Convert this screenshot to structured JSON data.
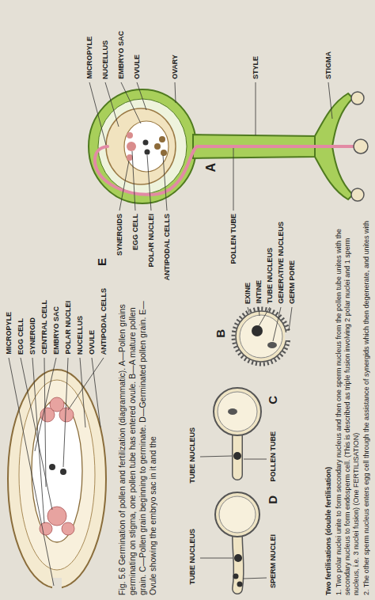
{
  "diagram": {
    "caption": "Fig. 5.6 Germination of pollen and fertilization (diagrammatic). A—Pollen grains germinating on stigma, one pollen tube has entered ovule. B—A mature pollen grain. C—Pollen grain beginning to germinate. D—Germinated pollen grain. E—Ovule showing the embryo sac in it and the",
    "labels": [
      "STIGMA",
      "STYLE",
      "OVARY",
      "OVULE",
      "EMBRYO SAC",
      "NUCELLUS",
      "MICROPYLE",
      "A",
      "ANTIPODAL CELLS",
      "POLLEN TUBE",
      "POLAR NUCLEI",
      "EGG CELL",
      "SYNERGIDS",
      "EXINE",
      "INTINE",
      "TUBE NUCLEUS",
      "GENERATIVE NUCLEUS",
      "B",
      "GERM PORE",
      "TUBE NUCLEUS",
      "C",
      "POLLEN TUBE",
      "SPERM NUCLEI",
      "TUBE NUCLEUS",
      "D",
      "NUCELLUS",
      "OVULE",
      "E",
      "POLAR NUCLEI",
      "EMBRYO SAC",
      "CENTRAL CELL",
      "SYNERGID",
      "EGG CELL",
      "MICROPYLE",
      "ANTIPODAL CELLS",
      "Two fertilisations (double fertilisation)",
      "1. Two polar nuclei unite to form secondary nucleus and then one sperm nucleus from the pollen tube unites with the secondary nucleus to form endosperm cell. (This is described as triple fusion involving 2 polar nuclei and 1 sperm nucleus, i.e. 3 nuclei fusion) (One FERTILISATION)",
      "2. The other sperm nucleus enters egg cell through the assistance of synergids which then degenerate, and unites with"
    ]
  }
}
